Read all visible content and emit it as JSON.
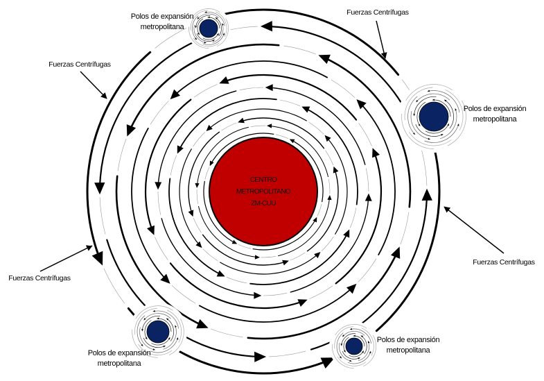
{
  "center": {
    "lines": [
      "CENTRO",
      "METROPOLITANO",
      "ZM-CUU"
    ],
    "fill_color": "#c00000"
  },
  "poles": [
    {
      "id": "top-left",
      "line1": "Polos de expansión",
      "line2": "metropolitana"
    },
    {
      "id": "right",
      "line1": "Polos de expansión",
      "line2": "metropolitana"
    },
    {
      "id": "bottom-left",
      "line1": "Polos de expansión",
      "line2": "metropolitana"
    },
    {
      "id": "bottom-right",
      "line1": "Polos de expansión",
      "line2": "metropolitana"
    }
  ],
  "pole_color": "#0a2463",
  "forces": [
    {
      "id": "top-right",
      "label": "Fuerzas Centrífugas"
    },
    {
      "id": "top-left",
      "label": "Fuerzas Centrífugas"
    },
    {
      "id": "bottom-left",
      "label": "Fuerzas Centrífugas"
    },
    {
      "id": "bottom-right",
      "label": "Fuerzas Centrífugas"
    }
  ],
  "flow_direction": "counter-clockwise"
}
